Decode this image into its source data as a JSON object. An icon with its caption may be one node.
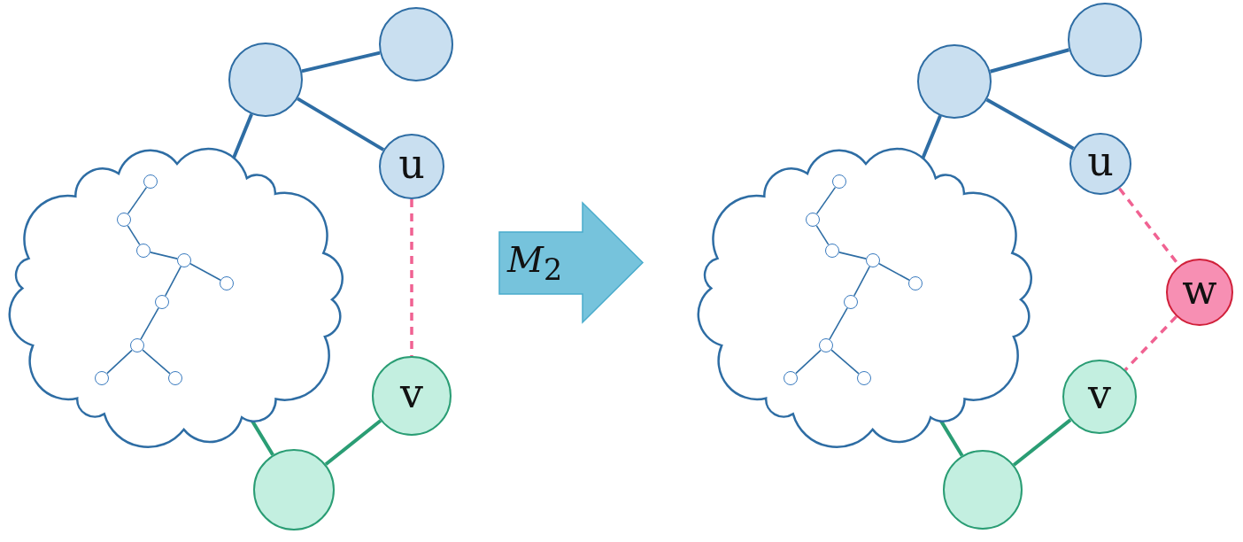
{
  "diagram": {
    "nodes": [
      {
        "text": [],
        "shape": "circle"
      },
      {
        "text": [],
        "shape": "circle"
      },
      {
        "text": [
          "u"
        ]
      },
      {
        "text": [],
        "shape": "cloud"
      },
      {
        "text": [],
        "shape": "circle",
        "in": 3
      },
      {
        "text": [],
        "shape": "circle",
        "in": 3
      },
      {
        "text": [],
        "shape": "circle",
        "in": 3
      },
      {
        "text": [],
        "shape": "circle",
        "in": 3
      },
      {
        "text": [],
        "shape": "circle",
        "in": 3
      },
      {
        "text": [],
        "shape": "circle",
        "in": 3
      },
      {
        "text": [],
        "shape": "circle",
        "in": 3
      },
      {
        "text": [],
        "shape": "circle",
        "in": 3
      },
      {
        "text": [],
        "shape": "circle",
        "in": 3
      },
      {
        "text": [
          "v"
        ]
      },
      {
        "text": [],
        "shape": "circle"
      },
      {
        "text": [
          "*M*$_{2}$"
        ]
      },
      {
        "text": [],
        "shape": "circle"
      },
      {
        "text": [],
        "shape": "circle"
      },
      {
        "text": [
          "u"
        ]
      },
      {
        "text": [],
        "shape": "cloud"
      },
      {
        "text": [],
        "shape": "circle",
        "in": 19
      },
      {
        "text": [],
        "shape": "circle",
        "in": 19
      },
      {
        "text": [],
        "shape": "circle",
        "in": 19
      },
      {
        "text": [],
        "shape": "circle",
        "in": 19
      },
      {
        "text": [],
        "shape": "circle",
        "in": 19
      },
      {
        "text": [],
        "shape": "circle",
        "in": 19
      },
      {
        "text": [],
        "shape": "circle",
        "in": 19
      },
      {
        "text": [],
        "shape": "circle",
        "in": 19
      },
      {
        "text": [],
        "shape": "circle",
        "in": 19
      },
      {
        "text": [
          "w"
        ]
      },
      {
        "text": [
          "v"
        ]
      },
      {
        "text": [],
        "shape": "circle"
      }
    ],
    "edges": [
      {
        "from": 0,
        "to": 1,
        "arrow": "none",
        "style": "thick"
      },
      {
        "from": 0,
        "to": 2,
        "arrow": "none",
        "style": "thick"
      },
      {
        "from": 0,
        "to": 3,
        "arrow": "none",
        "style": "thick"
      },
      {
        "from": 4,
        "to": 5,
        "arrow": "none"
      },
      {
        "from": 5,
        "to": 6,
        "arrow": "none"
      },
      {
        "from": 6,
        "to": 7,
        "arrow": "none"
      },
      {
        "from": 7,
        "to": 8,
        "arrow": "none"
      },
      {
        "from": 7,
        "to": 9,
        "arrow": "none"
      },
      {
        "from": 9,
        "to": 10,
        "arrow": "none"
      },
      {
        "from": 10,
        "to": 11,
        "arrow": "none"
      },
      {
        "from": 10,
        "to": 12,
        "arrow": "none"
      },
      {
        "from": 2,
        "to": 13,
        "arrow": "none",
        "style": "dashed",
        "color": "#f06292"
      },
      {
        "from": 3,
        "to": 14,
        "arrow": "none",
        "style": "thick",
        "color": "#2a9d74"
      },
      {
        "from": 14,
        "to": 13,
        "arrow": "none",
        "style": "thick",
        "color": "#2a9d74"
      },
      {
        "from": 16,
        "to": 17,
        "arrow": "none",
        "style": "thick"
      },
      {
        "from": 16,
        "to": 18,
        "arrow": "none",
        "style": "thick"
      },
      {
        "from": 16,
        "to": 19,
        "arrow": "none",
        "style": "thick"
      },
      {
        "from": 20,
        "to": 21,
        "arrow": "none"
      },
      {
        "from": 21,
        "to": 22,
        "arrow": "none"
      },
      {
        "from": 22,
        "to": 23,
        "arrow": "none"
      },
      {
        "from": 23,
        "to": 24,
        "arrow": "none"
      },
      {
        "from": 23,
        "to": 25,
        "arrow": "none"
      },
      {
        "from": 25,
        "to": 26,
        "arrow": "none"
      },
      {
        "from": 26,
        "to": 27,
        "arrow": "none"
      },
      {
        "from": 26,
        "to": 28,
        "arrow": "none"
      },
      {
        "from": 18,
        "to": 29,
        "arrow": "none",
        "style": "dashed",
        "color": "#f06292"
      },
      {
        "from": 29,
        "to": 30,
        "arrow": "none",
        "style": "dashed",
        "color": "#f06292"
      },
      {
        "from": 19,
        "to": 31,
        "arrow": "none",
        "style": "thick",
        "color": "#2a9d74"
      },
      {
        "from": 31,
        "to": 30,
        "arrow": "none",
        "style": "thick",
        "color": "#2a9d74"
      }
    ]
  }
}
